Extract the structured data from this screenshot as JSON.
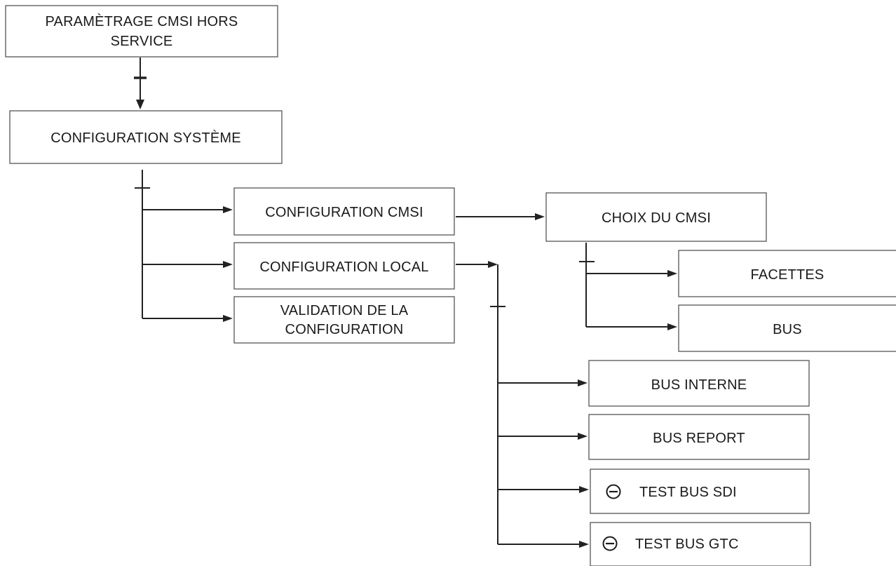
{
  "nodes": {
    "parametrage": {
      "lines": [
        "PARAMÈTRAGE CMSI HORS",
        "SERVICE"
      ]
    },
    "config_systeme": {
      "lines": [
        "CONFIGURATION SYSTÈME"
      ]
    },
    "config_cmsi": {
      "lines": [
        "CONFIGURATION CMSI"
      ]
    },
    "config_local": {
      "lines": [
        "CONFIGURATION LOCAL"
      ]
    },
    "validation": {
      "lines": [
        "VALIDATION DE LA",
        "CONFIGURATION"
      ]
    },
    "choix_cmsi": {
      "lines": [
        "CHOIX DU CMSI"
      ]
    },
    "facettes": {
      "lines": [
        "FACETTES"
      ]
    },
    "bus": {
      "lines": [
        "BUS"
      ]
    },
    "bus_interne": {
      "lines": [
        "BUS INTERNE"
      ]
    },
    "bus_report": {
      "lines": [
        "BUS REPORT"
      ]
    },
    "test_bus_sdi": {
      "lines": [
        "TEST BUS SDI"
      ],
      "icon": "minus-circle-icon"
    },
    "test_bus_gtc": {
      "lines": [
        "TEST BUS GTC"
      ],
      "icon": "minus-circle-icon"
    }
  },
  "edges": [
    [
      "parametrage",
      "config_systeme"
    ],
    [
      "config_systeme",
      "config_cmsi"
    ],
    [
      "config_systeme",
      "config_local"
    ],
    [
      "config_systeme",
      "validation"
    ],
    [
      "config_cmsi",
      "choix_cmsi"
    ],
    [
      "config_local",
      "bus_interne"
    ],
    [
      "config_local",
      "bus_report"
    ],
    [
      "config_local",
      "test_bus_sdi"
    ],
    [
      "config_local",
      "test_bus_gtc"
    ],
    [
      "choix_cmsi",
      "facettes"
    ],
    [
      "choix_cmsi",
      "bus"
    ]
  ]
}
